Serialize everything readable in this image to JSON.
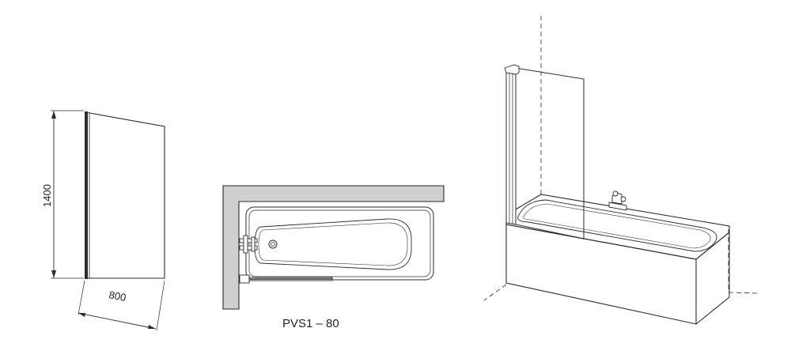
{
  "diagram": {
    "dimension_height": "1400",
    "dimension_width": "800",
    "model_label": "PVS1 – 80"
  },
  "colors": {
    "line": "#2b2b2b",
    "wall_fill": "#cfcfcf",
    "background": "#ffffff"
  }
}
